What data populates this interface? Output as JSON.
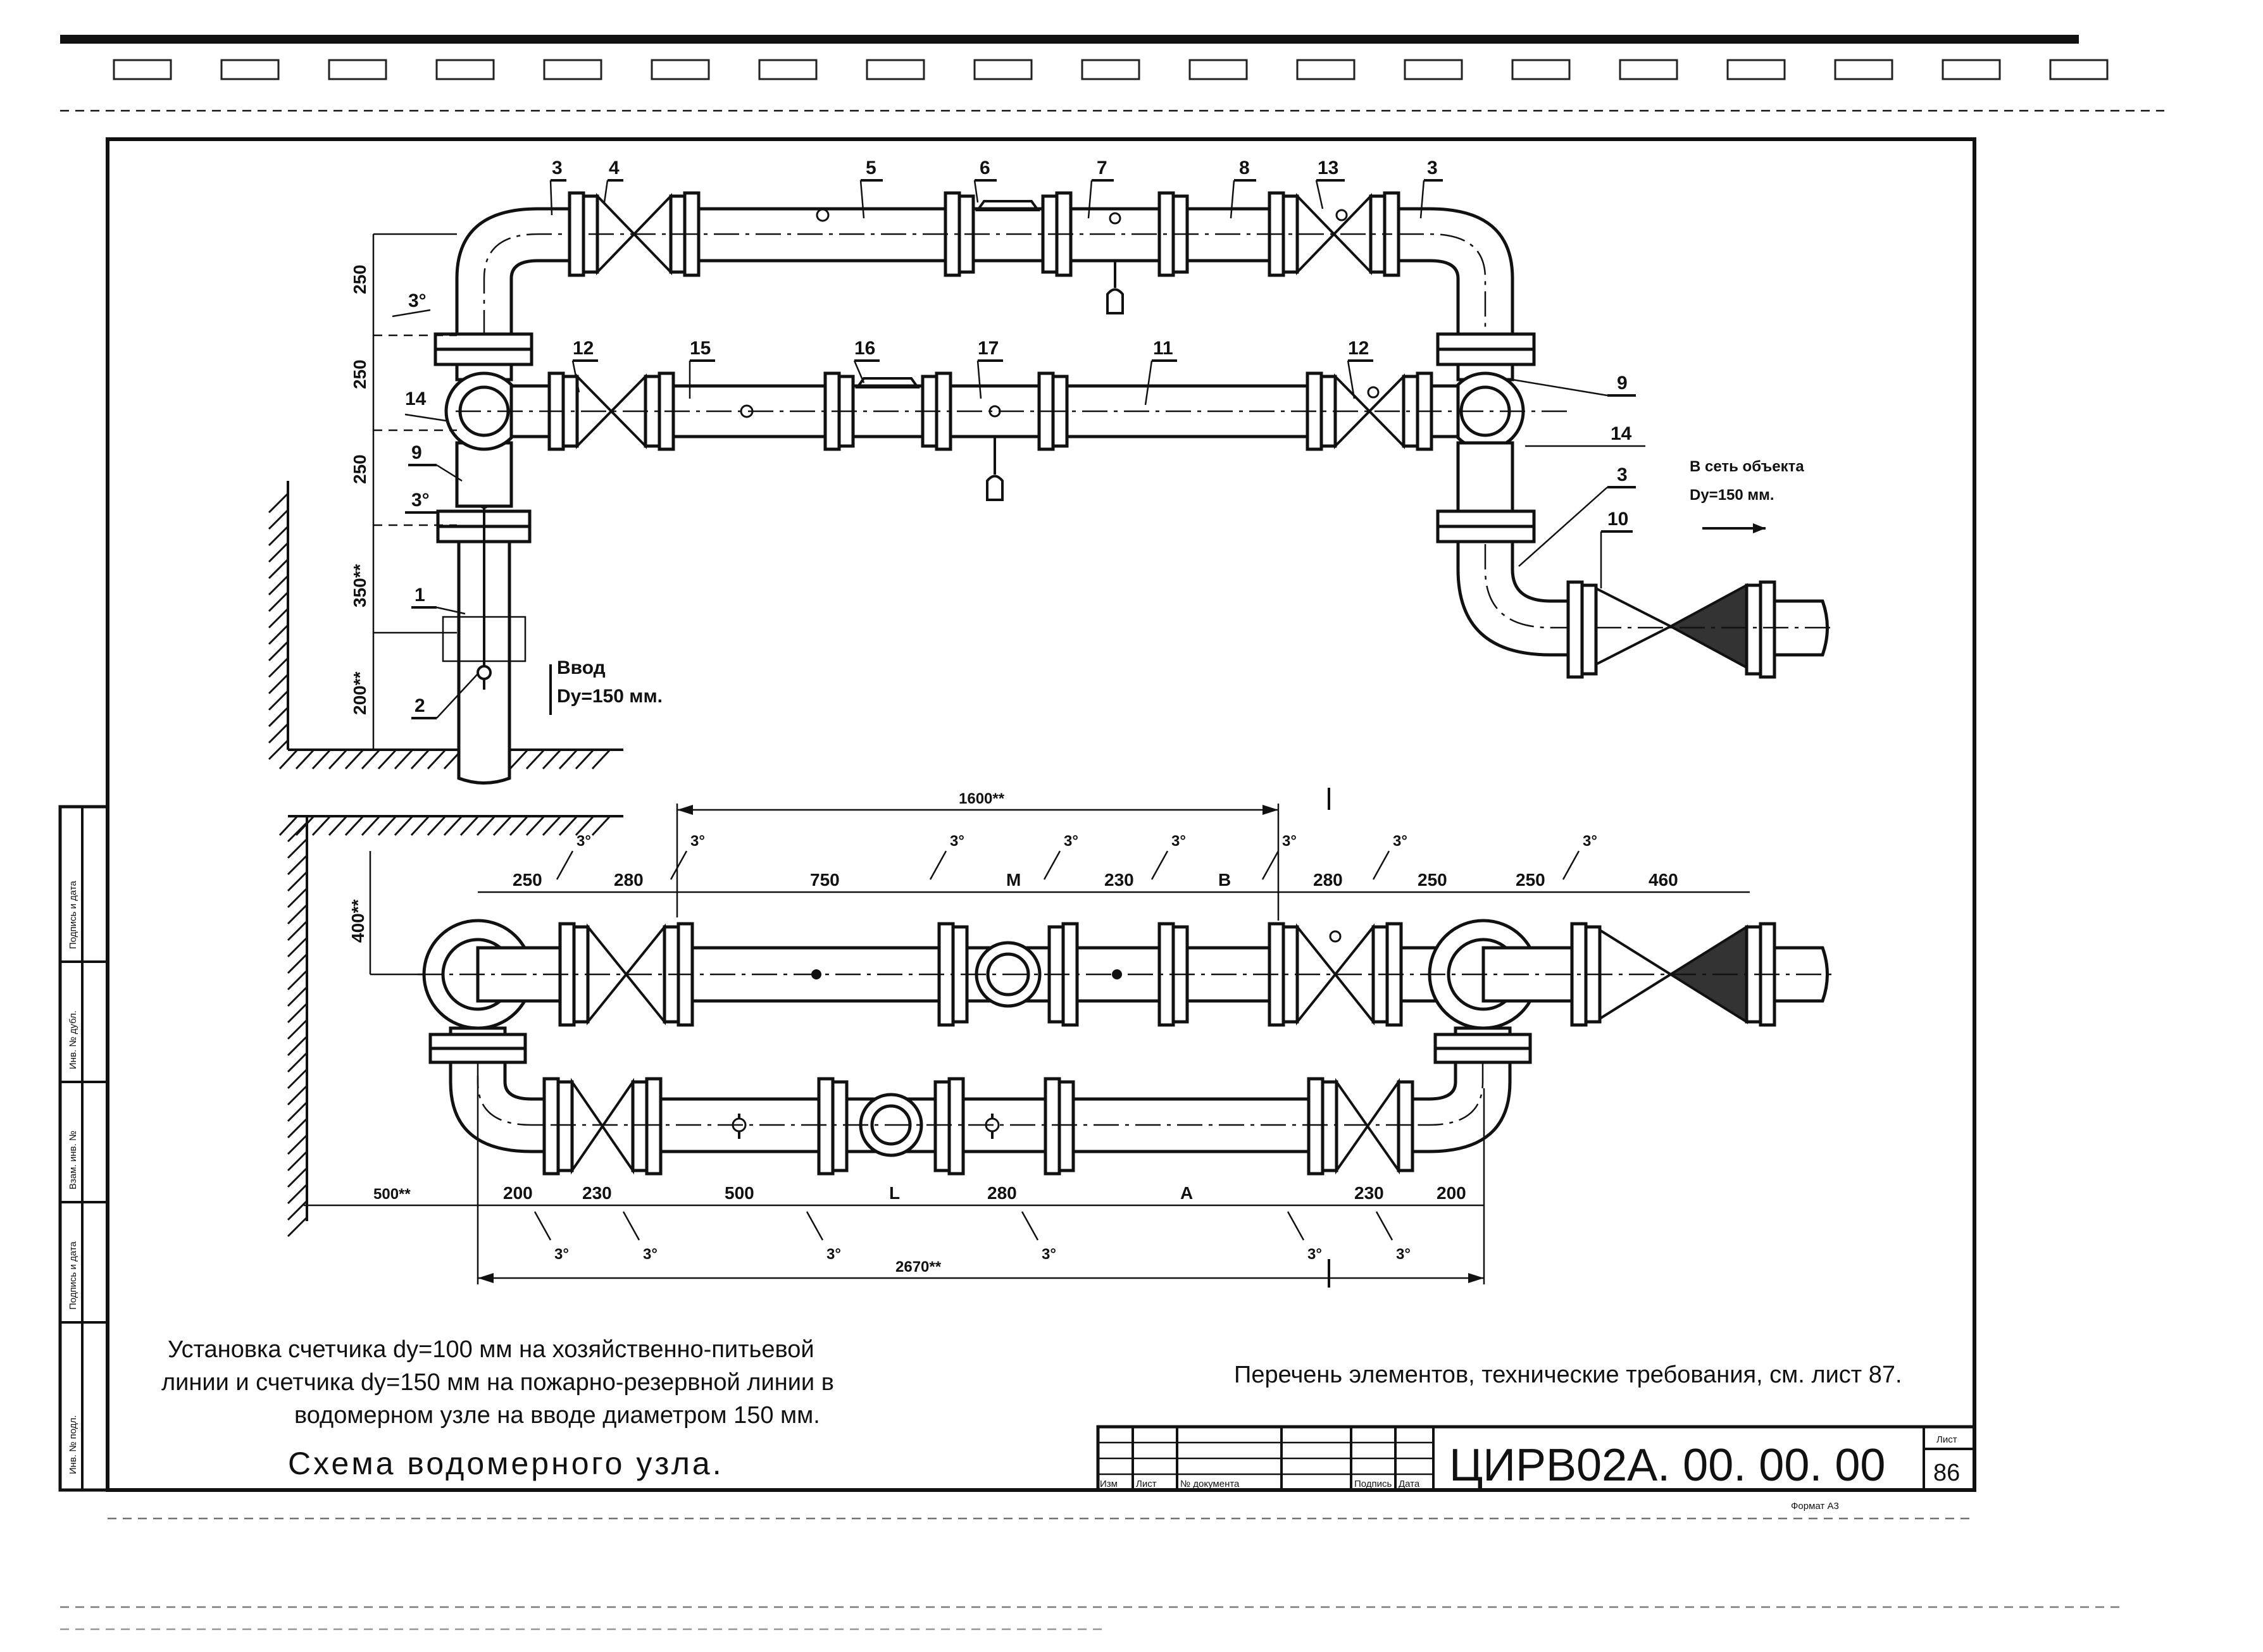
{
  "top_callouts": [
    "3",
    "4",
    "5",
    "6",
    "7",
    "8",
    "13",
    "3"
  ],
  "mid_callouts": [
    "12",
    "15",
    "16",
    "17",
    "11",
    "12"
  ],
  "left_callouts": [
    "14",
    "9",
    "3°",
    "1",
    "2",
    "3°"
  ],
  "right_callouts": [
    "9",
    "14",
    "3",
    "10"
  ],
  "vertical_dims": [
    "250",
    "250",
    "250",
    "350**",
    "200**"
  ],
  "inlet_label": [
    "Ввод",
    "Dy=150 мм."
  ],
  "outlet_label": [
    "В сеть объекта",
    "Dy=150 мм."
  ],
  "plan_vertical_dim": "400**",
  "plan_top_overall": "1600**",
  "plan_top_dims": [
    "250",
    "280",
    "750",
    "M",
    "230",
    "B",
    "280",
    "250",
    "250",
    "460"
  ],
  "plan_angle": "3°",
  "plan_bottom_dims": [
    "500**",
    "200",
    "230",
    "500",
    "L",
    "280",
    "A",
    "230",
    "200"
  ],
  "plan_bottom_overall": "2670**",
  "note_lines": [
    "Установка счетчика dy=100 мм на хозяйственно-питьевой",
    "линии и счетчика dy=150 мм на пожарно-резервной линии в",
    "водомерном узле на вводе диаметром 150 мм."
  ],
  "reference_note": "Перечень элементов, технические требования, см. лист 87.",
  "drawing_title": "Схема водомерного узла.",
  "title_block": {
    "code": "ЦИРВ02А. 00. 00. 00",
    "sheet_label": "Лист",
    "sheet_number": "86",
    "format": "Формат А3",
    "columns": [
      "Изм",
      "Лист",
      "№ документа",
      "Подпись",
      "Дата"
    ]
  },
  "side_stamp_labels": [
    "Инв. № подл.",
    "Подпись и дата",
    "Взам. инв. №",
    "Инв. № дубл.",
    "Подпись и дата"
  ]
}
